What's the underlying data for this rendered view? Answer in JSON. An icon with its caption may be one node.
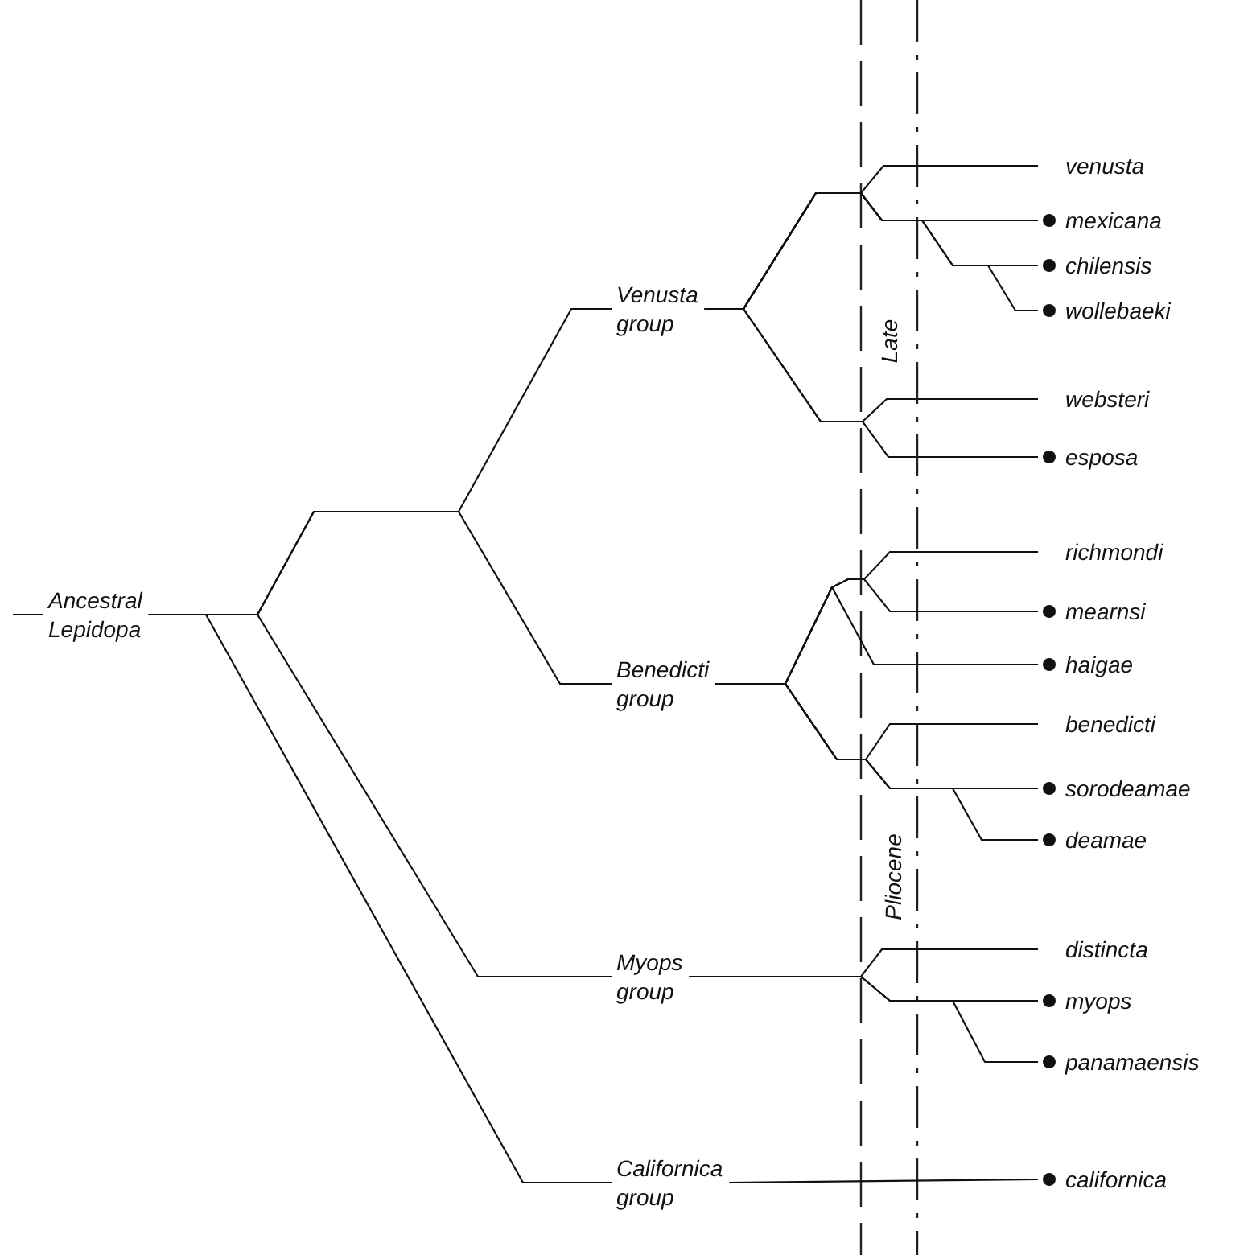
{
  "diagram": {
    "nodes": [
      {
        "text": [
          "Ancestral Lepidopa"
        ]
      },
      {
        "text": [
          "Venusta group"
        ]
      },
      {
        "text": [
          "Benedicti group"
        ]
      },
      {
        "text": [
          "Myops group"
        ]
      },
      {
        "text": [
          "Californica group"
        ]
      },
      {
        "text": [
          "venusta"
        ]
      },
      {
        "text": [
          "mexicana"
        ]
      },
      {
        "text": [
          "chilensis"
        ]
      },
      {
        "text": [
          "wollebaeki"
        ]
      },
      {
        "text": [
          "websteri"
        ]
      },
      {
        "text": [
          "esposa"
        ]
      },
      {
        "text": [
          "richmondi"
        ]
      },
      {
        "text": [
          "mearnsi"
        ]
      },
      {
        "text": [
          "haigae"
        ]
      },
      {
        "text": [
          "benedicti"
        ]
      },
      {
        "text": [
          "sorodeamae"
        ]
      },
      {
        "text": [
          "deamae"
        ]
      },
      {
        "text": [
          "distincta"
        ]
      },
      {
        "text": [
          "myops"
        ]
      },
      {
        "text": [
          "panamaensis"
        ]
      },
      {
        "text": [
          "californica"
        ]
      }
    ],
    "edges": [
      {
        "from": null,
        "to": 0,
        "arrow": "none"
      },
      {
        "from": 0,
        "to": 1,
        "arrow": "none"
      },
      {
        "from": 0,
        "to": 2,
        "arrow": "none"
      },
      {
        "from": 0,
        "to": 3,
        "arrow": "none"
      },
      {
        "from": 0,
        "to": 4,
        "arrow": "none"
      },
      {
        "from": 1,
        "to": 5,
        "arrow": "none"
      },
      {
        "from": 1,
        "to": 6,
        "arrow": "none"
      },
      {
        "from": 1,
        "to": 7,
        "arrow": "none"
      },
      {
        "from": 1,
        "to": 8,
        "arrow": "none"
      },
      {
        "from": 1,
        "to": 9,
        "arrow": "none"
      },
      {
        "from": 1,
        "to": 10,
        "arrow": "none"
      },
      {
        "from": 2,
        "to": 11,
        "arrow": "none"
      },
      {
        "from": 2,
        "to": 12,
        "arrow": "none"
      },
      {
        "from": 2,
        "to": 13,
        "arrow": "none"
      },
      {
        "from": 2,
        "to": 14,
        "arrow": "none"
      },
      {
        "from": 2,
        "to": 15,
        "arrow": "none"
      },
      {
        "from": 2,
        "to": 16,
        "arrow": "none"
      },
      {
        "from": 3,
        "to": 17,
        "arrow": "none"
      },
      {
        "from": 3,
        "to": 18,
        "arrow": "none"
      },
      {
        "from": 3,
        "to": 19,
        "arrow": "none"
      },
      {
        "from": 4,
        "to": 20,
        "arrow": "none"
      }
    ],
    "labels": [
      "Late",
      "Pliocene"
    ]
  }
}
